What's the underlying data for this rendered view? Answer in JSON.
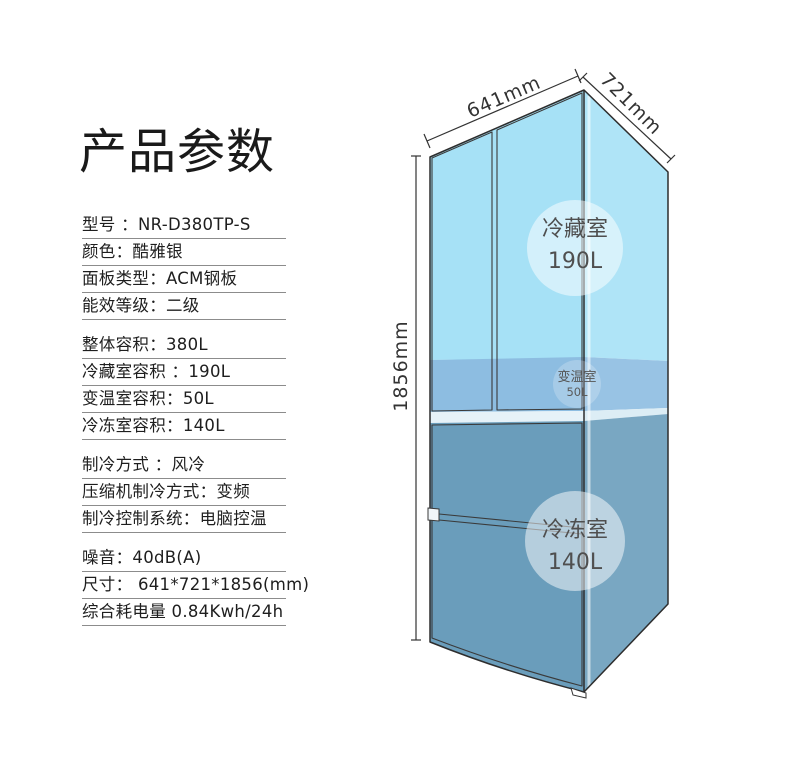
{
  "title": "产品参数",
  "specs": [
    {
      "items": [
        {
          "label": "型号 ：",
          "value": "NR-D380TP-S"
        },
        {
          "label": "颜色：",
          "value": "酷雅银"
        },
        {
          "label": "面板类型：",
          "value": "ACM钢板"
        },
        {
          "label": "能效等级：",
          "value": "二级"
        }
      ]
    },
    {
      "items": [
        {
          "label": "整体容积：",
          "value": "380L"
        },
        {
          "label": "冷藏室容积 ：",
          "value": "190L"
        },
        {
          "label": "变温室容积：",
          "value": "50L"
        },
        {
          "label": "冷冻室容积：",
          "value": "140L"
        }
      ]
    },
    {
      "items": [
        {
          "label": "制冷方式 ：",
          "value": "风冷"
        },
        {
          "label": "压缩机制冷方式：",
          "value": "变频"
        },
        {
          "label": "制冷控制系统：",
          "value": "电脑控温"
        }
      ]
    },
    {
      "items": [
        {
          "label": "噪音：",
          "value": "40dB(A)"
        },
        {
          "label": "尺寸： ",
          "value": "641*721*1856(mm)"
        },
        {
          "label": "综合耗电量 ",
          "value": "0.84Kwh/24h"
        }
      ]
    }
  ],
  "diagram": {
    "dimensions": {
      "width": "641mm",
      "depth": "721mm",
      "height": "1856mm"
    },
    "compartments": {
      "refrigerator": {
        "name": "冷藏室",
        "volume": "190L"
      },
      "variable_temp": {
        "name": "变温室",
        "volume": "50L"
      },
      "freezer": {
        "name": "冷冻室",
        "volume": "140L"
      }
    }
  },
  "colors": {
    "refrigerator": "#a6e1f6",
    "variable_temp": "#8dbde1",
    "freezer": "#6a9dbb",
    "outline": "#2d2d2d"
  }
}
